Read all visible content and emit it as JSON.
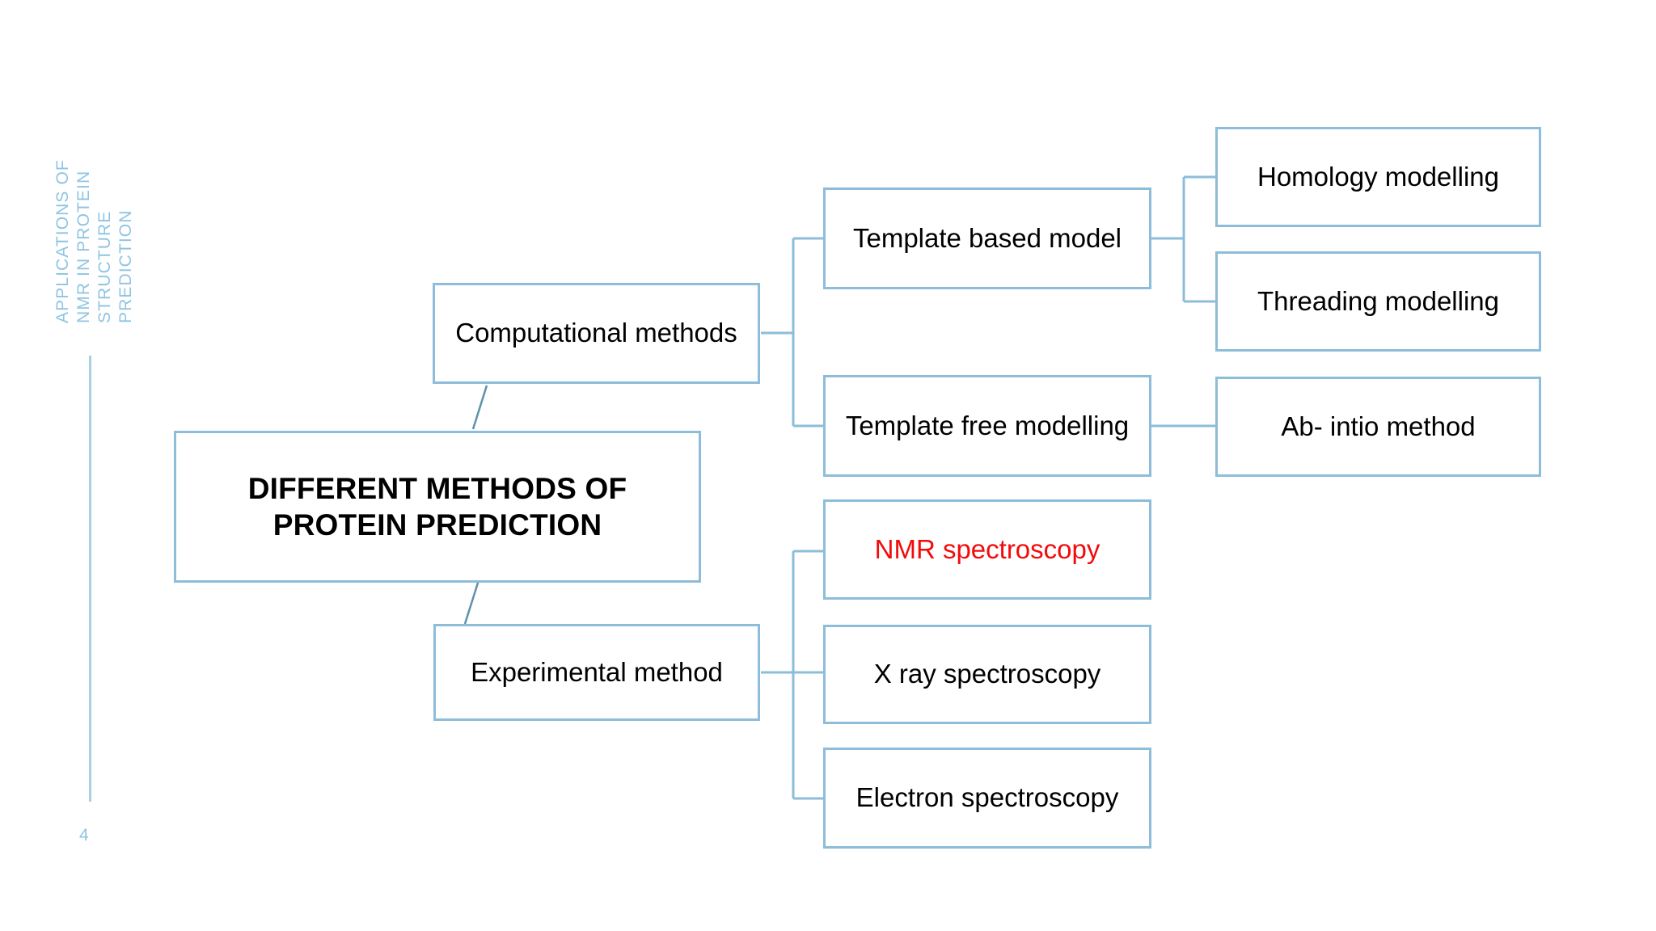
{
  "slide": {
    "page_number": "4",
    "side_heading_lines": [
      "APPLICATIONS OF",
      "NMR IN PROTEIN",
      "STRUCTURE",
      "PREDICTION"
    ],
    "side_heading_full": "APPLICATIONS OF NMR IN PROTEIN STRUCTURE PREDICTION"
  },
  "colors": {
    "box_border": "#8DBDD8",
    "connector": "#8DBDD8",
    "side_heading": "#8FC4E3",
    "highlight_text": "#F20B0B",
    "body_text": "#000000",
    "background": "#FFFFFF"
  },
  "diagram": {
    "type": "hierarchy-tree",
    "root": {
      "label": "DIFFERENT METHODS OF PROTEIN PREDICTION"
    },
    "branches": [
      {
        "label": "Computational methods",
        "children": [
          {
            "label": "Template based model",
            "children": [
              {
                "label": "Homology modelling"
              },
              {
                "label": "Threading modelling"
              }
            ]
          },
          {
            "label": "Template free modelling",
            "children": [
              {
                "label": "Ab- intio method"
              }
            ]
          }
        ]
      },
      {
        "label": "Experimental method",
        "children": [
          {
            "label": "NMR spectroscopy",
            "highlighted": true
          },
          {
            "label": "X ray spectroscopy"
          },
          {
            "label": "Electron spectroscopy"
          }
        ]
      }
    ],
    "nodes": {
      "root": "DIFFERENT METHODS OF PROTEIN PREDICTION",
      "computational": "Computational methods",
      "experimental": "Experimental method",
      "template_based": "Template based model",
      "template_free": "Template free modelling",
      "homology": "Homology modelling",
      "threading": "Threading modelling",
      "abintio": "Ab- intio method",
      "nmr": "NMR spectroscopy",
      "xray": "X ray spectroscopy",
      "electron": "Electron spectroscopy"
    }
  }
}
